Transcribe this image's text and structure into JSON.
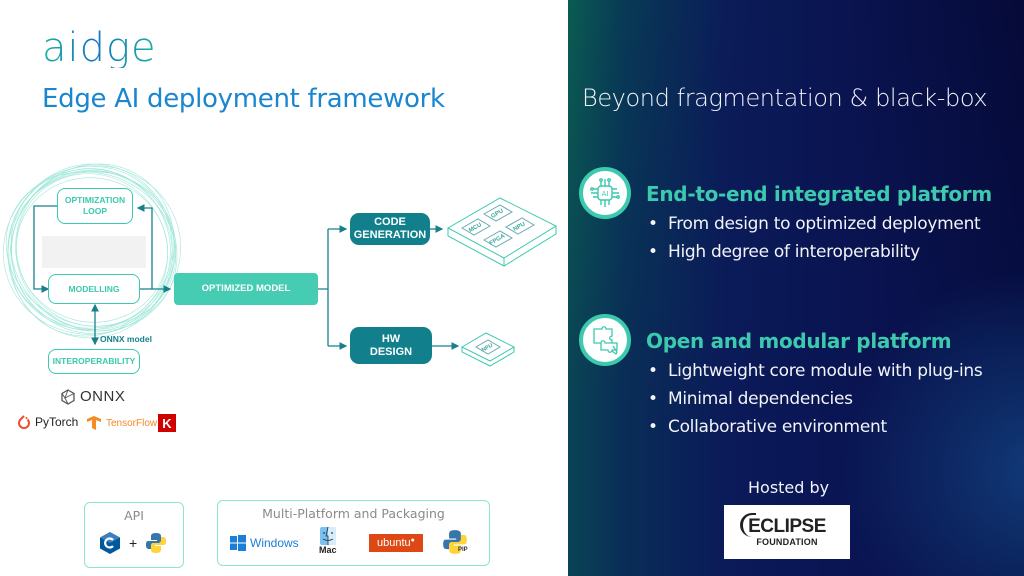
{
  "left": {
    "logo": "aidge",
    "subtitle": "Edge AI deployment framework",
    "diagram": {
      "optimization_loop": "OPTIMIZATION\nLOOP",
      "modelling": "MODELLING",
      "interoperability": "INTEROPERABILITY",
      "onnx_model_label": "ONNX model",
      "optimized_model": "OPTIMIZED MODEL",
      "code_generation": "CODE\nGENERATION",
      "hw_design": "HW\nDESIGN",
      "board_chips": [
        "MCU",
        "GPU",
        "NPU",
        "FPGA"
      ],
      "single_chip": "NPU"
    },
    "frameworks": {
      "onnx": "ONNX",
      "pytorch": "PyTorch",
      "tensorflow": "TensorFlow",
      "keras": "K"
    },
    "api_panel": {
      "title": "API",
      "plus": "+"
    },
    "platform_panel": {
      "title": "Multi-Platform and Packaging",
      "windows": "Windows",
      "mac": "Mac",
      "ubuntu": "ubuntu",
      "pip": "PIP"
    }
  },
  "right": {
    "title": "Beyond fragmentation & black-box",
    "features": [
      {
        "icon": "ai-chip-icon",
        "icon_text": "AI",
        "title": "End-to-end integrated platform",
        "bullets": [
          "From design to optimized deployment",
          "High degree of interoperability"
        ]
      },
      {
        "icon": "puzzle-icon",
        "title": "Open and modular platform",
        "bullets": [
          "Lightweight core module with plug-ins",
          "Minimal dependencies",
          "Collaborative environment"
        ]
      }
    ],
    "hosted_by": "Hosted by",
    "host_logo": {
      "main": "ECLIPSE",
      "sub": "FOUNDATION"
    }
  },
  "colors": {
    "teal": "#3cc9ad",
    "dark_teal": "#11808c",
    "brand_blue": "#1a86d0",
    "navy": "#0a1450"
  }
}
